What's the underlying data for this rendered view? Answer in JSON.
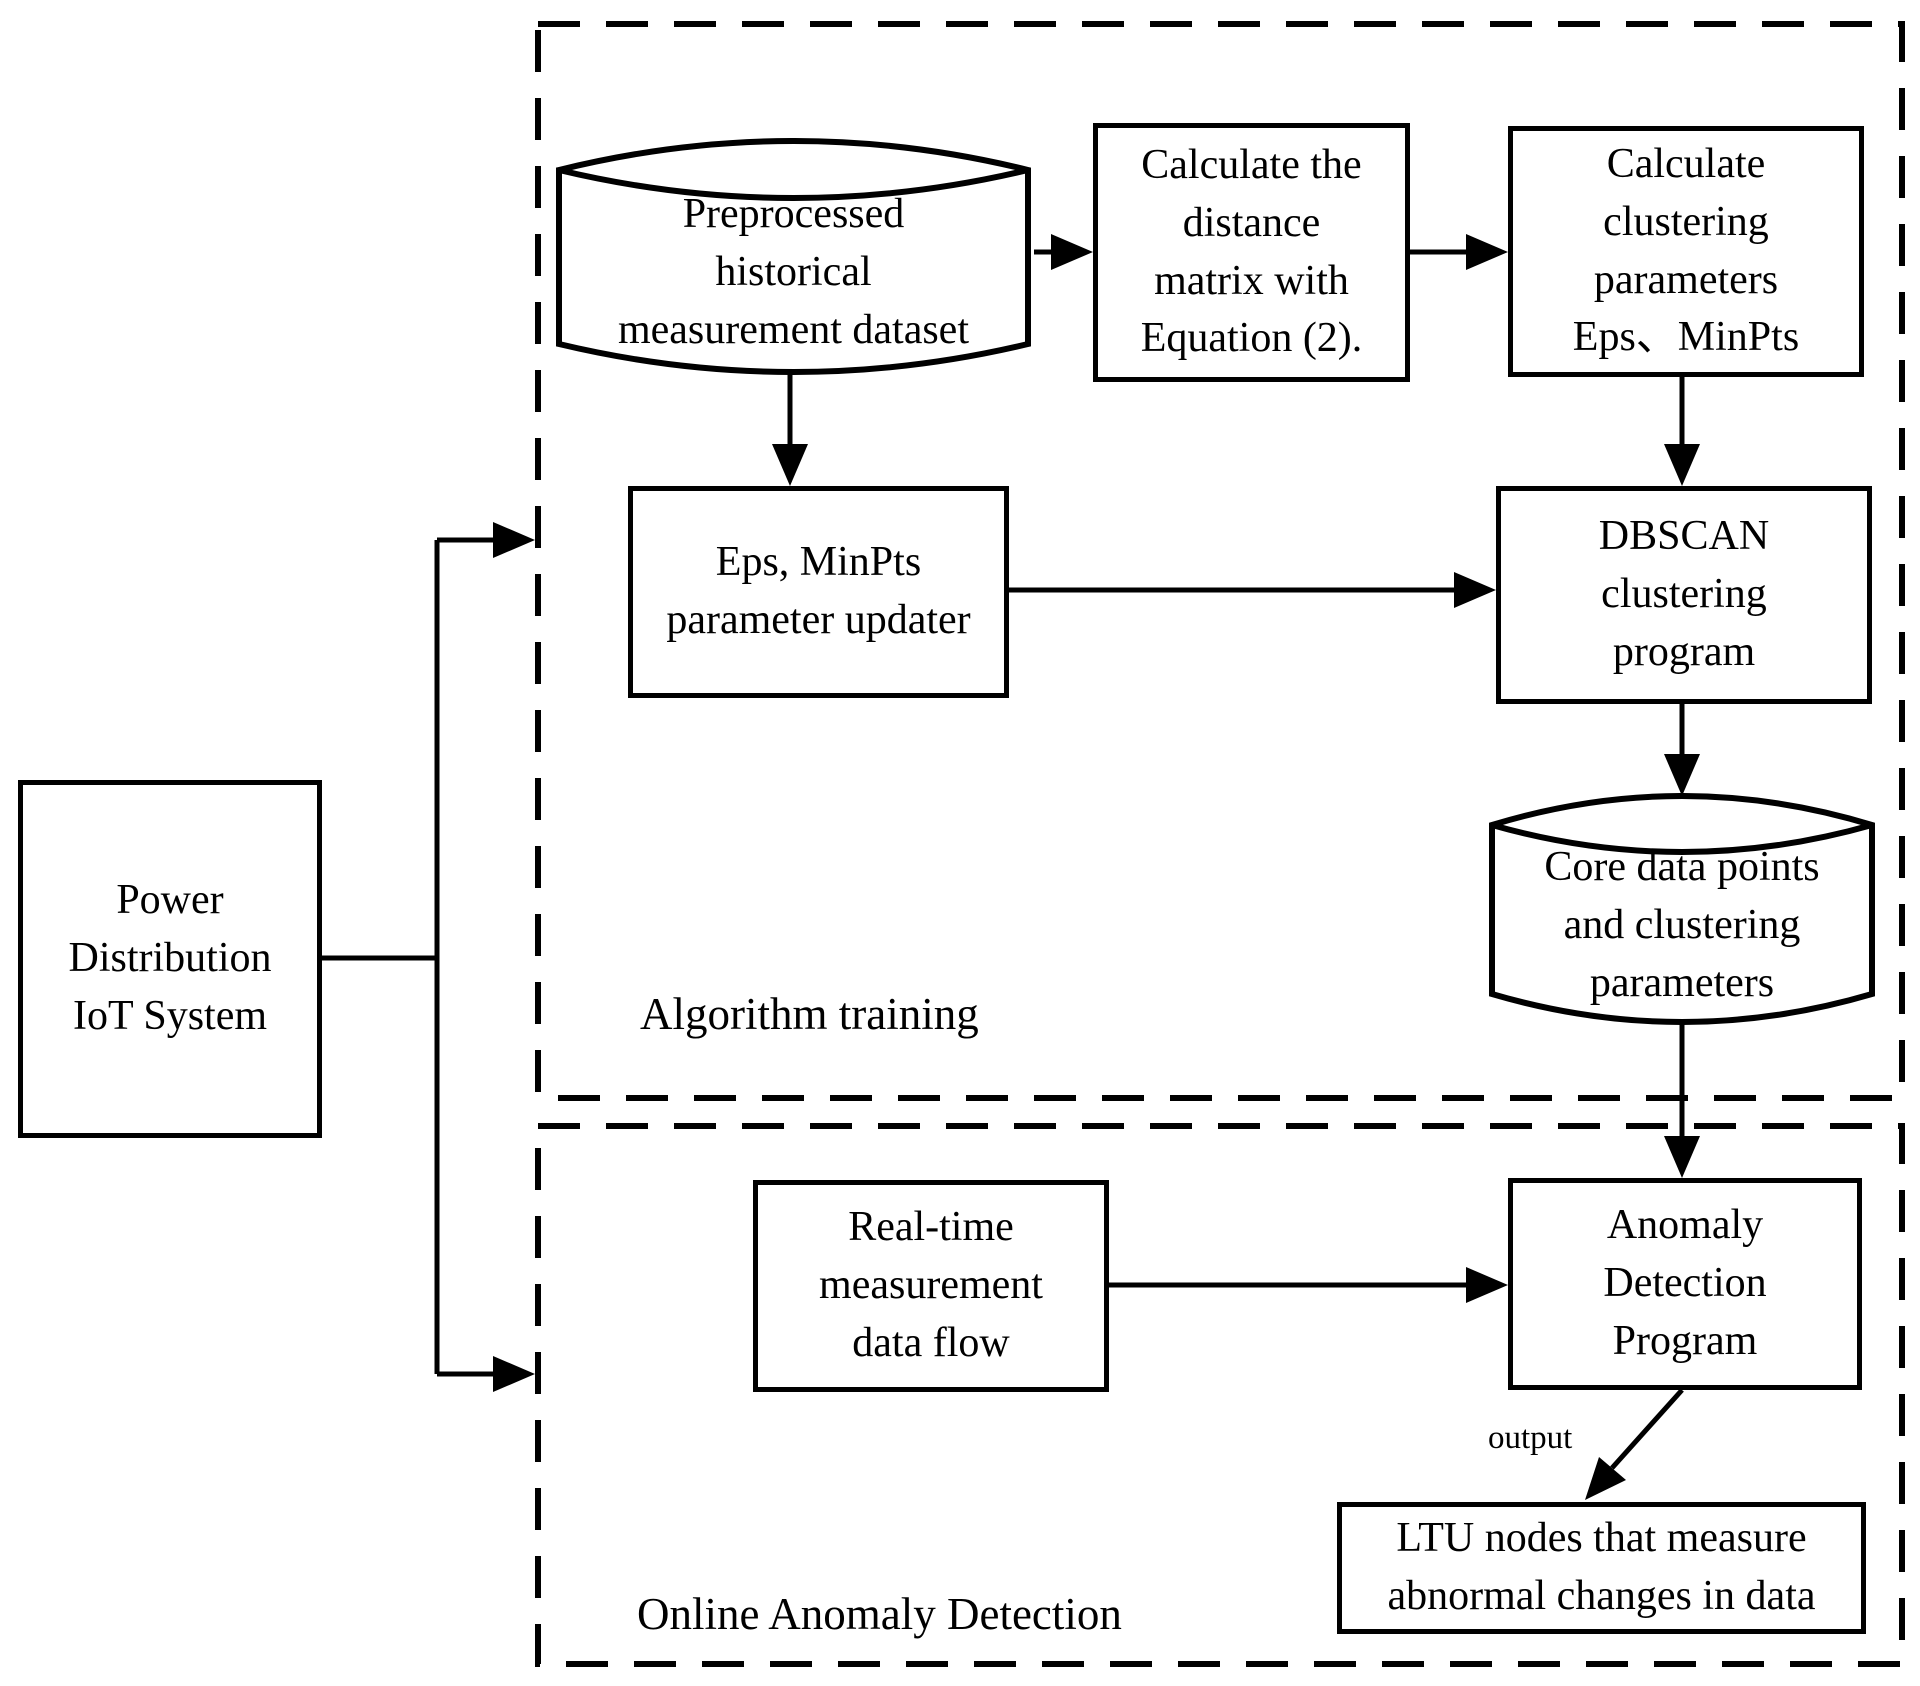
{
  "colors": {
    "background": "#ffffff",
    "stroke": "#000000"
  },
  "sections": {
    "training": {
      "label": "Algorithm training"
    },
    "online": {
      "label": "Online Anomaly Detection"
    }
  },
  "nodes": {
    "power_system": {
      "shape": "rect",
      "label": "Power\nDistribution\nIoT System"
    },
    "preprocessed_dataset": {
      "shape": "cylinder",
      "label": "Preprocessed\nhistorical\nmeasurement dataset"
    },
    "calc_distance_matrix": {
      "shape": "rect",
      "label": "Calculate the\ndistance\nmatrix with\nEquation (2)."
    },
    "calc_clustering_params": {
      "shape": "rect",
      "label": "Calculate\nclustering\nparameters\nEps、MinPts"
    },
    "eps_minpts_updater": {
      "shape": "rect",
      "label": "Eps, MinPts\nparameter updater"
    },
    "dbscan_program": {
      "shape": "rect",
      "label": "DBSCAN\nclustering\nprogram"
    },
    "core_data_points": {
      "shape": "cylinder",
      "label": "Core data points\nand clustering\nparameters"
    },
    "realtime_data_flow": {
      "shape": "rect",
      "label": "Real-time\nmeasurement\ndata flow"
    },
    "anomaly_detection_program": {
      "shape": "rect",
      "label": "Anomaly\nDetection\nProgram"
    },
    "ltu_nodes": {
      "shape": "rect",
      "label": "LTU nodes that measure\nabnormal changes in data"
    }
  },
  "edge_labels": {
    "output": "output"
  }
}
